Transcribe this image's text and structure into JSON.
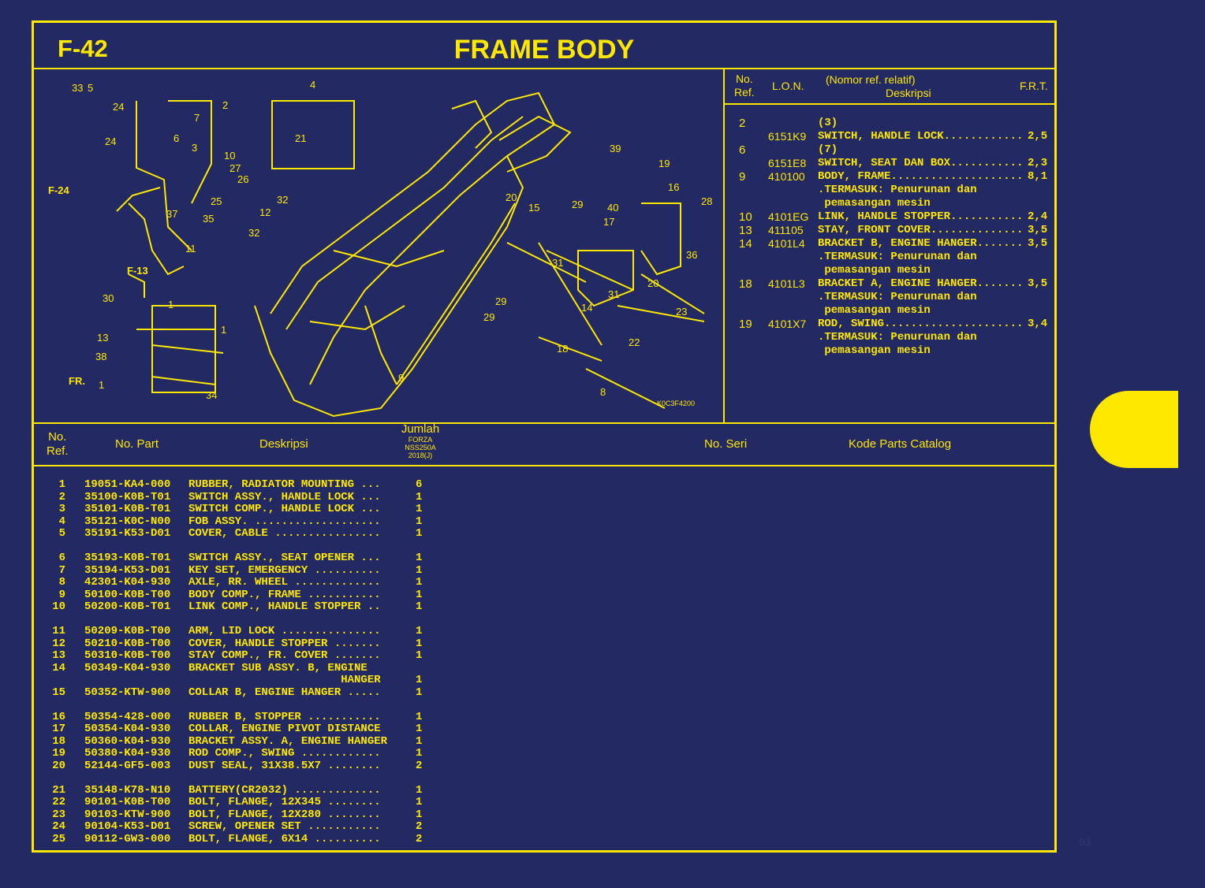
{
  "header": {
    "code": "F-42",
    "title": "FRAME BODY"
  },
  "ref_table": {
    "headers": {
      "no_ref": "No.\nRef.",
      "lon": "L.O.N.",
      "desc_top": "(Nomor ref. relatif)",
      "desc": "Deskripsi",
      "frt": "F.R.T."
    },
    "rows": [
      {
        "ref": "2",
        "lon": "",
        "desc": "(3)",
        "frt": ""
      },
      {
        "ref": "",
        "lon": "6151K9",
        "desc": "SWITCH, HANDLE LOCK............",
        "frt": "2,5"
      },
      {
        "ref": "6",
        "lon": "",
        "desc": "(7)",
        "frt": ""
      },
      {
        "ref": "",
        "lon": "6151E8",
        "desc": "SWITCH, SEAT DAN BOX...........",
        "frt": "2,3"
      },
      {
        "ref": "9",
        "lon": "410100",
        "desc": "BODY, FRAME....................",
        "frt": "8,1"
      },
      {
        "ref": "",
        "lon": "",
        "desc": ".TERMASUK: Penurunan dan",
        "frt": ""
      },
      {
        "ref": "",
        "lon": "",
        "desc": " pemasangan mesin",
        "frt": ""
      },
      {
        "ref": "10",
        "lon": "4101EG",
        "desc": "LINK, HANDLE STOPPER...........",
        "frt": "2,4"
      },
      {
        "ref": "13",
        "lon": "411105",
        "desc": "STAY, FRONT COVER..............",
        "frt": "3,5"
      },
      {
        "ref": "14",
        "lon": "4101L4",
        "desc": "BRACKET B, ENGINE HANGER.......",
        "frt": "3,5"
      },
      {
        "ref": "",
        "lon": "",
        "desc": ".TERMASUK: Penurunan dan",
        "frt": ""
      },
      {
        "ref": "",
        "lon": "",
        "desc": " pemasangan mesin",
        "frt": ""
      },
      {
        "ref": "18",
        "lon": "4101L3",
        "desc": "BRACKET A, ENGINE HANGER.......",
        "frt": "3,5"
      },
      {
        "ref": "",
        "lon": "",
        "desc": ".TERMASUK: Penurunan dan",
        "frt": ""
      },
      {
        "ref": "",
        "lon": "",
        "desc": " pemasangan mesin",
        "frt": ""
      },
      {
        "ref": "19",
        "lon": "4101X7",
        "desc": "ROD, SWING.....................",
        "frt": "3,4"
      },
      {
        "ref": "",
        "lon": "",
        "desc": ".TERMASUK: Penurunan dan",
        "frt": ""
      },
      {
        "ref": "",
        "lon": "",
        "desc": " pemasangan mesin",
        "frt": ""
      }
    ]
  },
  "diagram": {
    "labels": [
      "33",
      "5",
      "24",
      "24",
      "7",
      "2",
      "4",
      "6",
      "3",
      "21",
      "10",
      "27",
      "26",
      "F-24",
      "25",
      "37",
      "35",
      "12",
      "32",
      "32",
      "11",
      "F-13",
      "39",
      "19",
      "16",
      "28",
      "20",
      "15",
      "29",
      "40",
      "17",
      "36",
      "31",
      "20",
      "31",
      "14",
      "23",
      "29",
      "29",
      "22",
      "18",
      "30",
      "1",
      "13",
      "1",
      "38",
      "1",
      "34",
      "FR.",
      "9",
      "8",
      "K0C3F4200"
    ]
  },
  "parts_table": {
    "headers": {
      "no_ref": "No.\nRef.",
      "no_part": "No. Part",
      "deskripsi": "Deskripsi",
      "jumlah": "Jumlah",
      "model1": "FORZA",
      "model2": "NSS250A",
      "model3": "2018(J)",
      "no_seri": "No. Seri",
      "kode": "Kode Parts Catalog"
    },
    "rows": [
      {
        "ref": "1",
        "part": "19051-KA4-000",
        "desc": "RUBBER, RADIATOR MOUNTING ...",
        "qty": "6"
      },
      {
        "ref": "2",
        "part": "35100-K0B-T01",
        "desc": "SWITCH ASSY., HANDLE LOCK ...",
        "qty": "1"
      },
      {
        "ref": "3",
        "part": "35101-K0B-T01",
        "desc": "SWITCH COMP., HANDLE LOCK ...",
        "qty": "1"
      },
      {
        "ref": "4",
        "part": "35121-K0C-N00",
        "desc": "FOB ASSY. ...................",
        "qty": "1"
      },
      {
        "ref": "5",
        "part": "35191-K53-D01",
        "desc": "COVER, CABLE ................",
        "qty": "1"
      },
      {
        "ref": "6",
        "part": "35193-K0B-T01",
        "desc": "SWITCH ASSY., SEAT OPENER ...",
        "qty": "1"
      },
      {
        "ref": "7",
        "part": "35194-K53-D01",
        "desc": "KEY SET, EMERGENCY ..........",
        "qty": "1"
      },
      {
        "ref": "8",
        "part": "42301-K04-930",
        "desc": "AXLE, RR. WHEEL .............",
        "qty": "1"
      },
      {
        "ref": "9",
        "part": "50100-K0B-T00",
        "desc": "BODY COMP., FRAME ...........",
        "qty": "1"
      },
      {
        "ref": "10",
        "part": "50200-K0B-T01",
        "desc": "LINK COMP., HANDLE STOPPER ..",
        "qty": "1"
      },
      {
        "ref": "11",
        "part": "50209-K0B-T00",
        "desc": "ARM, LID LOCK ...............",
        "qty": "1"
      },
      {
        "ref": "12",
        "part": "50210-K0B-T00",
        "desc": "COVER, HANDLE STOPPER .......",
        "qty": "1"
      },
      {
        "ref": "13",
        "part": "50310-K0B-T00",
        "desc": "STAY COMP., FR. COVER .......",
        "qty": "1"
      },
      {
        "ref": "14",
        "part": "50349-K04-930",
        "desc": "BRACKET SUB ASSY. B, ENGINE",
        "qty": ""
      },
      {
        "ref": "",
        "part": "",
        "desc": "                       HANGER",
        "qty": "1"
      },
      {
        "ref": "15",
        "part": "50352-KTW-900",
        "desc": "COLLAR B, ENGINE HANGER .....",
        "qty": "1"
      },
      {
        "ref": "16",
        "part": "50354-428-000",
        "desc": "RUBBER B, STOPPER ...........",
        "qty": "1"
      },
      {
        "ref": "17",
        "part": "50354-K04-930",
        "desc": "COLLAR, ENGINE PIVOT DISTANCE",
        "qty": "1"
      },
      {
        "ref": "18",
        "part": "50360-K04-930",
        "desc": "BRACKET ASSY. A, ENGINE HANGER",
        "qty": "1"
      },
      {
        "ref": "19",
        "part": "50380-K04-930",
        "desc": "ROD COMP., SWING ............",
        "qty": "1"
      },
      {
        "ref": "20",
        "part": "52144-GF5-003",
        "desc": "DUST SEAL, 31X38.5X7 ........",
        "qty": "2"
      },
      {
        "ref": "21",
        "part": "35148-K78-N10",
        "desc": "BATTERY(CR2032) .............",
        "qty": "1"
      },
      {
        "ref": "22",
        "part": "90101-K0B-T00",
        "desc": "BOLT, FLANGE, 12X345 ........",
        "qty": "1"
      },
      {
        "ref": "23",
        "part": "90103-KTW-900",
        "desc": "BOLT, FLANGE, 12X280 ........",
        "qty": "1"
      },
      {
        "ref": "24",
        "part": "90104-K53-D01",
        "desc": "SCREW, OPENER SET ...........",
        "qty": "2"
      },
      {
        "ref": "25",
        "part": "90112-GW3-000",
        "desc": "BOLT, FLANGE, 6X14 ..........",
        "qty": "2"
      }
    ]
  },
  "page_number": "93",
  "colors": {
    "background": "#232a63",
    "accent": "#ffe800"
  }
}
